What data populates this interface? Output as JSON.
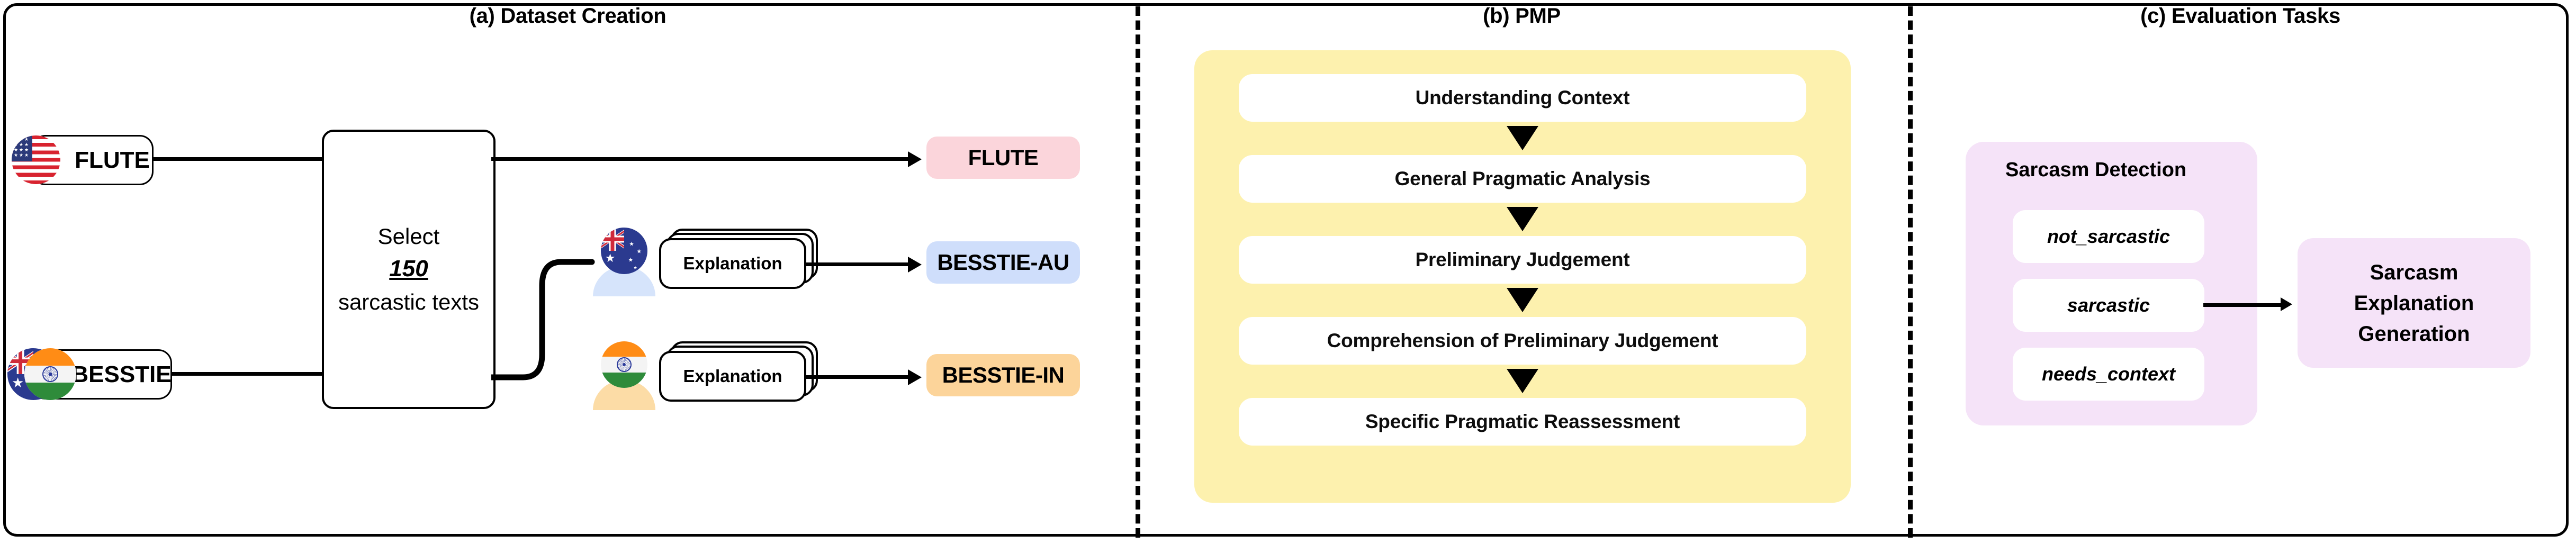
{
  "figure": {
    "panels": [
      {
        "id": "a",
        "title": "(a) Dataset Creation"
      },
      {
        "id": "b",
        "title": "(b) PMP"
      },
      {
        "id": "c",
        "title": "(c) Evaluation Tasks"
      }
    ]
  },
  "panel_a": {
    "sources": [
      {
        "label": "FLUTE",
        "flag": "us-flag-icon"
      },
      {
        "label": "BESSTIE",
        "flag": "au-in-flag-icon"
      }
    ],
    "select_box": {
      "line1": "Select",
      "line2": "150",
      "line3": "sarcastic texts"
    },
    "annotators": [
      {
        "flag": "au-flag-avatar-icon",
        "card_label": "Explanation",
        "body_color": "#d6e4fb"
      },
      {
        "flag": "in-flag-avatar-icon",
        "card_label": "Explanation",
        "body_color": "#fcdca6"
      }
    ],
    "outputs": [
      {
        "label": "FLUTE",
        "color": "#fbd5db"
      },
      {
        "label": "BESSTIE-AU",
        "color": "#cfdefb"
      },
      {
        "label": "BESSTIE-IN",
        "color": "#fcd49a"
      }
    ]
  },
  "panel_b": {
    "container_color": "#fdf1ae",
    "steps": [
      "Understanding Context",
      "General Pragmatic Analysis",
      "Preliminary Judgement",
      "Comprehension of Preliminary Judgement",
      "Specific Pragmatic Reassessment"
    ]
  },
  "panel_c": {
    "detection": {
      "container_color": "#f5e3f8",
      "title": "Sarcasm Detection",
      "labels": [
        "not_sarcastic",
        "sarcastic",
        "needs_context"
      ]
    },
    "generation": {
      "container_color": "#f5e3f8",
      "lines": [
        "Sarcasm",
        "Explanation",
        "Generation"
      ]
    }
  }
}
